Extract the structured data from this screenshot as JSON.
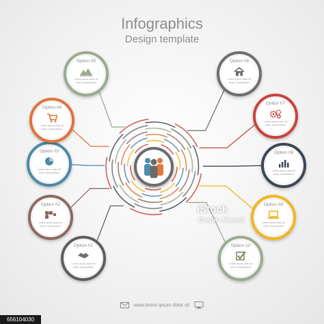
{
  "header": {
    "title": "Infographics",
    "subtitle": "Design template"
  },
  "desc_text": "Lorem ipsum dolor sit amet, consectetuer",
  "options": [
    {
      "label": "Option 01",
      "color": "#5e5e5e",
      "icon": "handshake-icon"
    },
    {
      "label": "Option 02",
      "color": "#8c6a62",
      "icon": "puzzle-icon"
    },
    {
      "label": "Option 03",
      "color": "#4a8aa8",
      "icon": "pie-chart-icon"
    },
    {
      "label": "Option 04",
      "color": "#e0733a",
      "icon": "shopping-cart-icon"
    },
    {
      "label": "Option 05",
      "color": "#9aab8e",
      "icon": "mountain-chart-icon"
    },
    {
      "label": "Option 06",
      "color": "#6e6e6e",
      "icon": "house-icon"
    },
    {
      "label": "Option 07",
      "color": "#c9433c",
      "icon": "gears-icon"
    },
    {
      "label": "Option 08",
      "color": "#3d4654",
      "icon": "bar-chart-icon"
    },
    {
      "label": "Option 09",
      "color": "#f2b61e",
      "icon": "laptop-icon"
    },
    {
      "label": "Option 10",
      "color": "#9aab8e",
      "icon": "checkbox-icon"
    }
  ],
  "hub": {
    "icon": "people-group-icon"
  },
  "footer": {
    "text": "www.lorem ipsum dolor sit",
    "mail_icon": "envelope-icon",
    "pc_icon": "computer-icon"
  },
  "watermark": {
    "brand": "iStock",
    "credit": "Credit: khvost"
  },
  "stock_id": "656104030"
}
